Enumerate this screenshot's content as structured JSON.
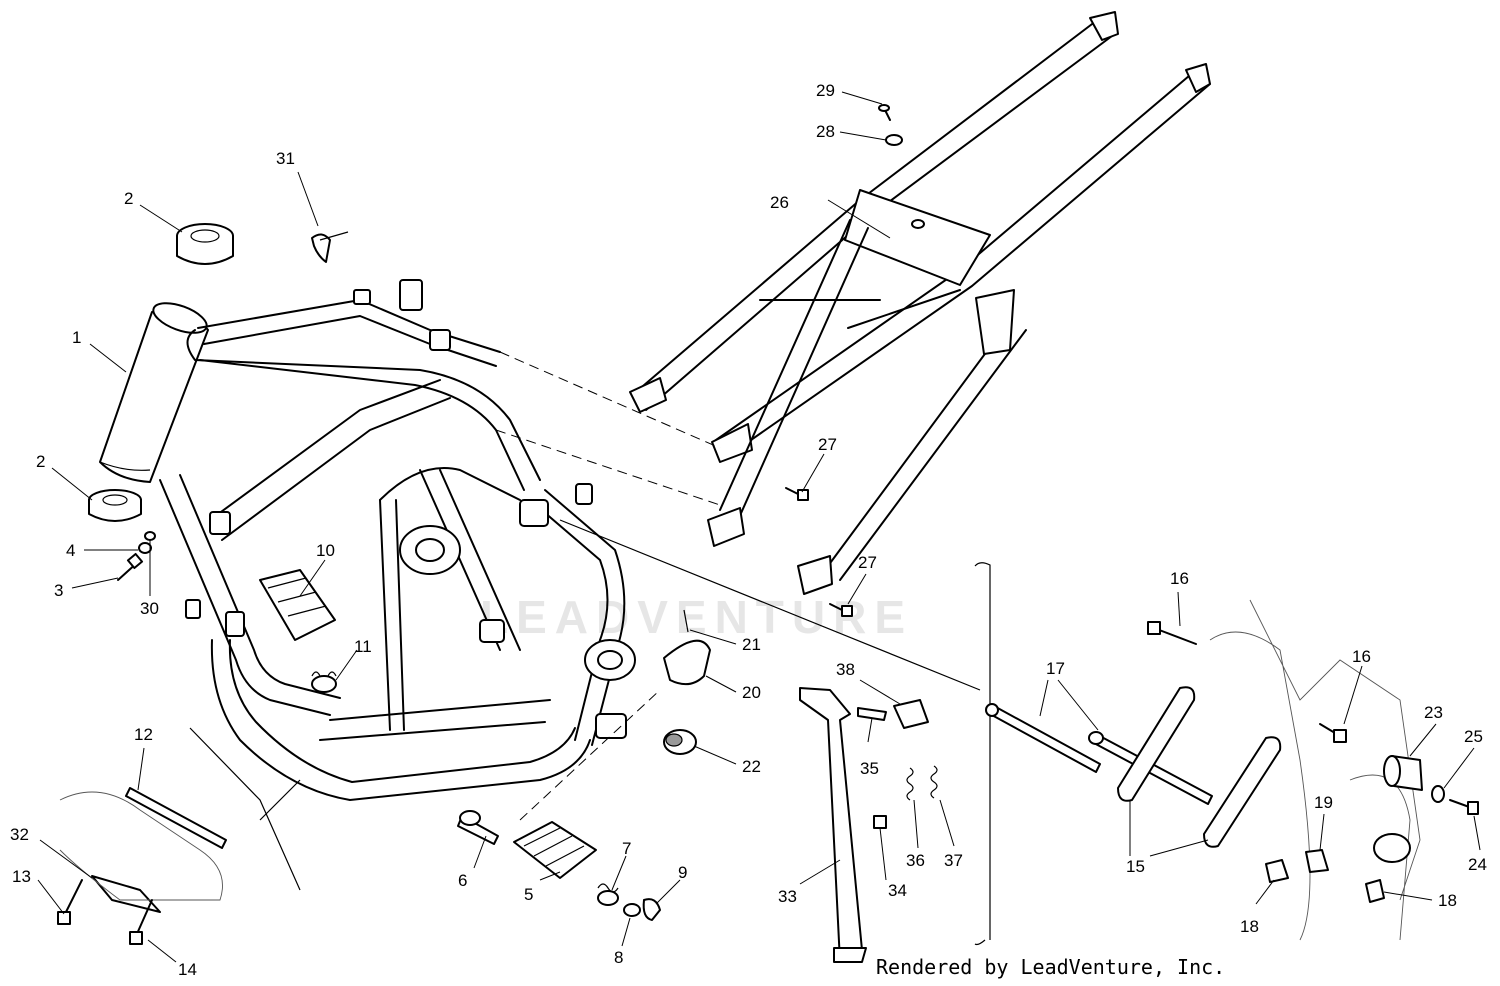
{
  "diagram": {
    "watermark_text": "LEADVENTURE",
    "credit_text": "Rendered by LeadVenture, Inc.",
    "callouts": [
      {
        "id": "c1",
        "label": "1"
      },
      {
        "id": "c2a",
        "label": "2"
      },
      {
        "id": "c2b",
        "label": "2"
      },
      {
        "id": "c3",
        "label": "3"
      },
      {
        "id": "c4",
        "label": "4"
      },
      {
        "id": "c5",
        "label": "5"
      },
      {
        "id": "c6",
        "label": "6"
      },
      {
        "id": "c7",
        "label": "7"
      },
      {
        "id": "c8",
        "label": "8"
      },
      {
        "id": "c9",
        "label": "9"
      },
      {
        "id": "c10",
        "label": "10"
      },
      {
        "id": "c11",
        "label": "11"
      },
      {
        "id": "c12",
        "label": "12"
      },
      {
        "id": "c13",
        "label": "13"
      },
      {
        "id": "c14",
        "label": "14"
      },
      {
        "id": "c15",
        "label": "15"
      },
      {
        "id": "c16a",
        "label": "16"
      },
      {
        "id": "c16b",
        "label": "16"
      },
      {
        "id": "c17",
        "label": "17"
      },
      {
        "id": "c18a",
        "label": "18"
      },
      {
        "id": "c18b",
        "label": "18"
      },
      {
        "id": "c19",
        "label": "19"
      },
      {
        "id": "c20",
        "label": "20"
      },
      {
        "id": "c21",
        "label": "21"
      },
      {
        "id": "c22",
        "label": "22"
      },
      {
        "id": "c23",
        "label": "23"
      },
      {
        "id": "c24",
        "label": "24"
      },
      {
        "id": "c25",
        "label": "25"
      },
      {
        "id": "c26",
        "label": "26"
      },
      {
        "id": "c27a",
        "label": "27"
      },
      {
        "id": "c27b",
        "label": "27"
      },
      {
        "id": "c28",
        "label": "28"
      },
      {
        "id": "c29",
        "label": "29"
      },
      {
        "id": "c30",
        "label": "30"
      },
      {
        "id": "c31",
        "label": "31"
      },
      {
        "id": "c32",
        "label": "32"
      },
      {
        "id": "c33",
        "label": "33"
      },
      {
        "id": "c34",
        "label": "34"
      },
      {
        "id": "c35",
        "label": "35"
      },
      {
        "id": "c36",
        "label": "36"
      },
      {
        "id": "c37",
        "label": "37"
      },
      {
        "id": "c38",
        "label": "38"
      }
    ]
  }
}
